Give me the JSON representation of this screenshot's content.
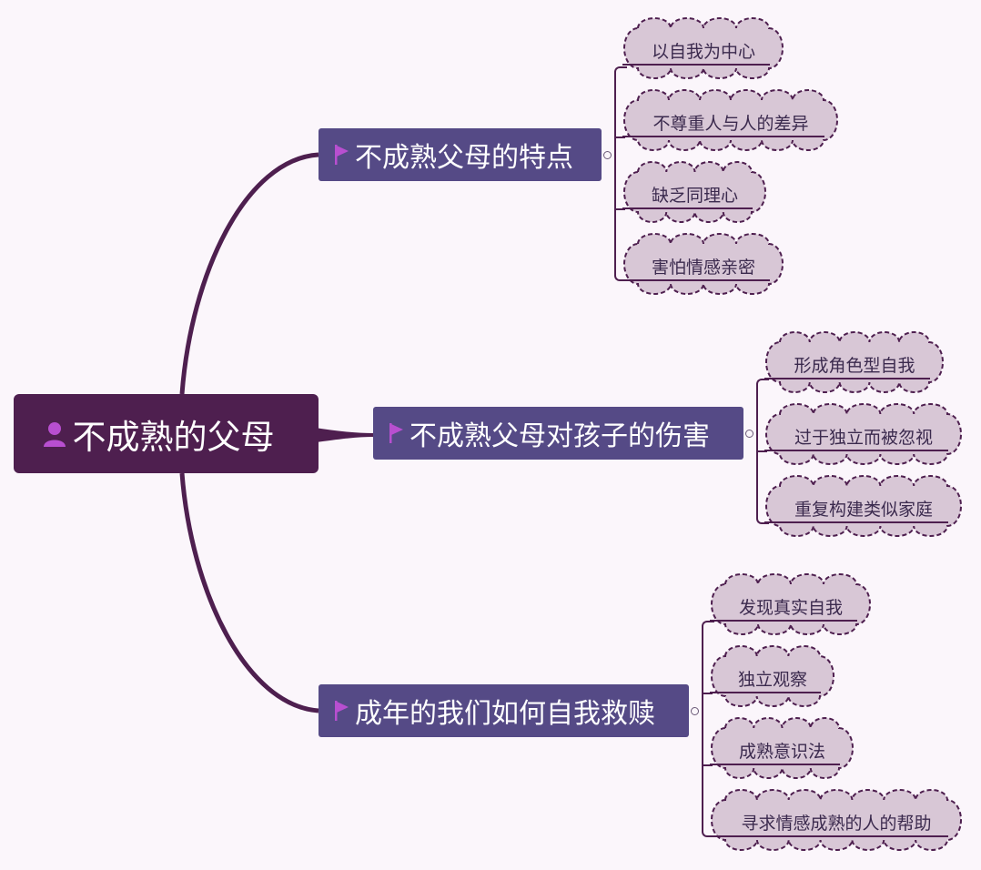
{
  "root": {
    "label": "不成熟的父母",
    "icon": "person-icon"
  },
  "branches": [
    {
      "label": "不成熟父母的特点",
      "icon": "flag-icon",
      "children": [
        "以自我为中心",
        "不尊重人与人的差异",
        "缺乏同理心",
        "害怕情感亲密"
      ]
    },
    {
      "label": "不成熟父母对孩子的伤害",
      "icon": "flag-icon",
      "children": [
        "形成角色型自我",
        "过于独立而被忽视",
        "重复构建类似家庭"
      ]
    },
    {
      "label": "成年的我们如何自我救赎",
      "icon": "flag-icon",
      "children": [
        "发现真实自我",
        "独立观察",
        "成熟意识法",
        "寻求情感成熟的人的帮助"
      ]
    }
  ],
  "colors": {
    "background": "#fbf6fb",
    "root_fill": "#4e1f4f",
    "branch_fill": "#554a86",
    "cloud_fill": "#d8c7d6",
    "cloud_stroke": "#4e1f4f",
    "flag_accent": "#b84fd0",
    "connector": "#4e1f4f"
  }
}
